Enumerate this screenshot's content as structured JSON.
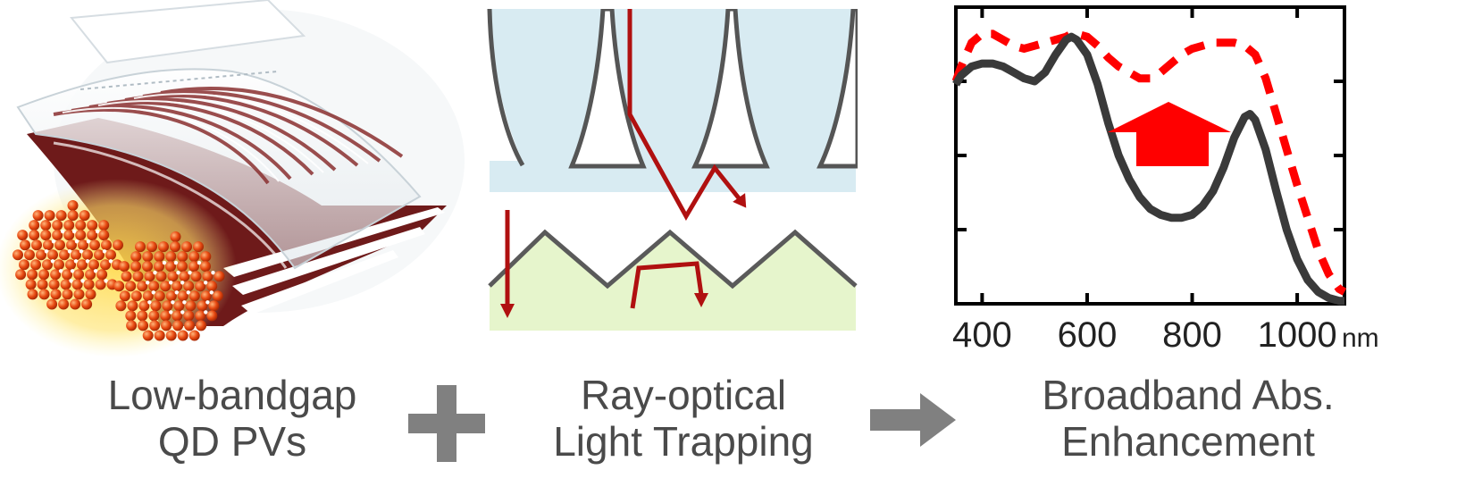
{
  "captions": {
    "device": [
      "Low-bandgap",
      "QD PVs"
    ],
    "trapping": [
      "Ray-optical",
      "Light Trapping"
    ],
    "enhancement": [
      "Broadband Abs.",
      "Enhancement"
    ]
  },
  "operators": {
    "plus": "plus-icon",
    "arrow": "right-arrow-icon"
  },
  "colors": {
    "text": "#4a4a4a",
    "operator": "#808080",
    "trace_base": "#3a3a3a",
    "trace_enhanced": "#ff0000",
    "ray": "#b01010",
    "upper_medium": "#d8ebf2",
    "lower_medium": "#e6f5cc",
    "qd": "#e84a12",
    "electrode": "#6e1a1a"
  },
  "chart_data": {
    "type": "line",
    "x_tick_labels": [
      "400",
      "600",
      "800",
      "1000"
    ],
    "x_unit_label": "nm",
    "xlim": [
      350,
      1090
    ],
    "y_ticks_labeled": false,
    "series": [
      {
        "style": "solid",
        "x": [
          350,
          360,
          380,
          400,
          420,
          440,
          460,
          480,
          500,
          520,
          540,
          560,
          570,
          580,
          600,
          620,
          640,
          660,
          680,
          700,
          720,
          740,
          760,
          780,
          800,
          820,
          840,
          860,
          880,
          900,
          910,
          920,
          940,
          960,
          980,
          1000,
          1020,
          1040,
          1060,
          1080,
          1090
        ],
        "y": [
          0.74,
          0.77,
          0.8,
          0.81,
          0.81,
          0.8,
          0.78,
          0.76,
          0.75,
          0.78,
          0.84,
          0.89,
          0.9,
          0.89,
          0.84,
          0.74,
          0.61,
          0.5,
          0.42,
          0.36,
          0.32,
          0.3,
          0.29,
          0.29,
          0.3,
          0.33,
          0.38,
          0.46,
          0.56,
          0.63,
          0.64,
          0.62,
          0.52,
          0.38,
          0.25,
          0.15,
          0.08,
          0.04,
          0.02,
          0.01,
          0.01
        ]
      },
      {
        "style": "dashed",
        "x": [
          350,
          360,
          380,
          400,
          420,
          440,
          460,
          480,
          500,
          520,
          540,
          560,
          570,
          580,
          600,
          620,
          640,
          660,
          680,
          700,
          720,
          740,
          760,
          780,
          800,
          820,
          840,
          860,
          880,
          900,
          920,
          940,
          960,
          980,
          1000,
          1020,
          1040,
          1060,
          1080,
          1090
        ],
        "y": [
          0.75,
          0.8,
          0.88,
          0.91,
          0.91,
          0.89,
          0.87,
          0.86,
          0.87,
          0.88,
          0.89,
          0.9,
          0.91,
          0.91,
          0.9,
          0.87,
          0.83,
          0.8,
          0.78,
          0.76,
          0.76,
          0.78,
          0.81,
          0.84,
          0.86,
          0.87,
          0.88,
          0.88,
          0.88,
          0.87,
          0.84,
          0.76,
          0.64,
          0.52,
          0.4,
          0.29,
          0.18,
          0.1,
          0.05,
          0.04
        ]
      }
    ]
  }
}
